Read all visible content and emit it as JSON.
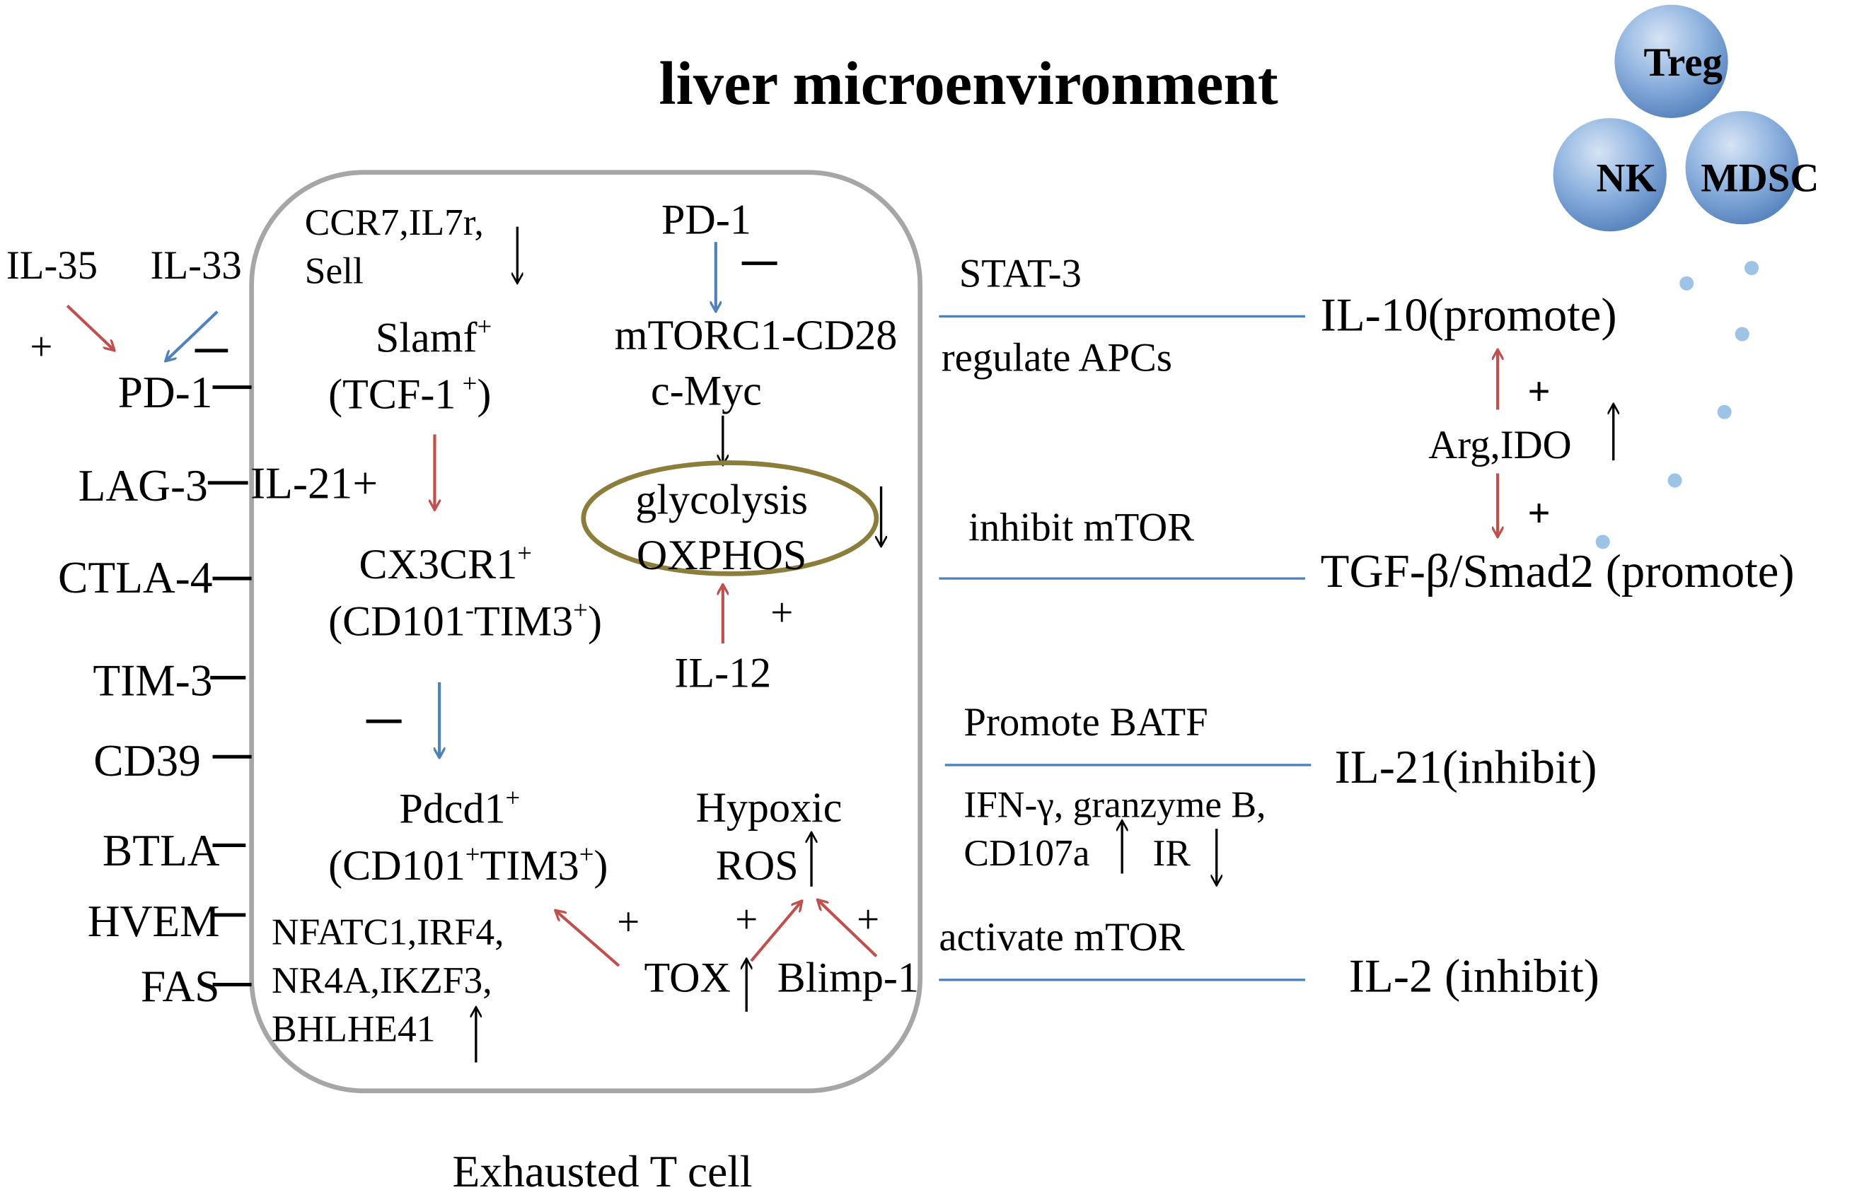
{
  "title": "liver microenvironment",
  "caption": "Exhausted T cell",
  "immune_cells": [
    "Treg",
    "NK",
    "MDSC"
  ],
  "receptors": [
    "PD-1",
    "LAG-3",
    "CTLA-4",
    "TIM-3",
    "CD39",
    "BTLA",
    "HVEM",
    "FAS"
  ],
  "interleukins_top": {
    "il35": "IL-35",
    "il33": "IL-33"
  },
  "il21_plus": "IL-21+",
  "signs": {
    "plus": "+",
    "minus": "—",
    "bold_plus": "+"
  },
  "arrows": {
    "up": "↑",
    "down": "↓"
  },
  "cell": {
    "ccr7_line1": "CCR7,IL7r,",
    "ccr7_line2": "Sell",
    "slamf": "Slamf",
    "tcf1": "(TCF-1",
    "cx3cr1": "CX3CR1",
    "cd101_neg_a": "(CD101",
    "cd101_neg_b": "TIM3",
    "pdcd1": "Pdcd1",
    "cd101_pos_a": "(CD101",
    "cd101_pos_b": "TIM3",
    "nfatc1_line1": "NFATC1,IRF4,",
    "nfatc1_line2": "NR4A,IKZF3,",
    "nfatc1_line3": "BHLHE41",
    "pd1_inner": "PD-1",
    "mtorc1": "mTORC1-CD28",
    "cmyc": "c-Myc",
    "glycolysis": "glycolysis",
    "oxphos": "OXPHOS",
    "il12": "IL-12",
    "hypoxic": "Hypoxic",
    "ros": "ROS",
    "tox": "TOX",
    "blimp1": "Blimp-1"
  },
  "pathways": [
    {
      "above": "STAT-3",
      "below": "regulate APCs",
      "target": "IL-10(promote)"
    },
    {
      "above": "inhibit mTOR",
      "below": "",
      "target": "TGF-β/Smad2 (promote)"
    },
    {
      "above": "Promote BATF",
      "below": "IFN-γ, granzyme B,",
      "below2": "CD107a",
      "below3": "IR",
      "target": "IL-21(inhibit)"
    },
    {
      "above": "activate mTOR",
      "below": "",
      "target": "IL-2 (inhibit)"
    }
  ],
  "arg_ido": "Arg,IDO",
  "colors": {
    "red_arrow": "#c0504d",
    "blue_arrow": "#4f81bd",
    "cell_border": "#a6a6a6",
    "ellipse": "#8b7d3a",
    "sphere": "#7ea6d8",
    "dots": "#9dc3e6"
  }
}
